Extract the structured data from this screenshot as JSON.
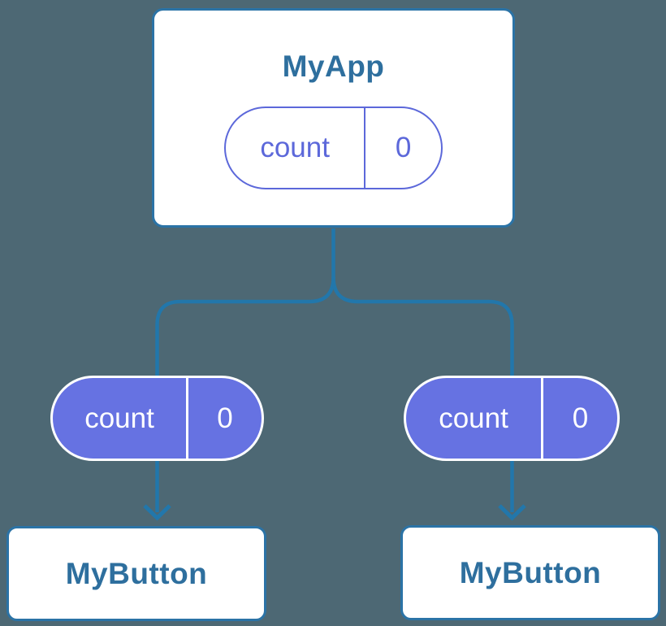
{
  "colors": {
    "background": "#4d6874",
    "connector": "#2277ab",
    "node-border": "#2b73a6",
    "node-bg": "#ffffff",
    "node-title": "#2e6f9e",
    "state-fill": "#6672e2",
    "state-outline": "#5c68da",
    "state-text-light": "#ffffff"
  },
  "parent": {
    "title": "MyApp",
    "state": {
      "name": "count",
      "value": "0"
    }
  },
  "children": [
    {
      "title": "MyButton",
      "prop": {
        "name": "count",
        "value": "0"
      }
    },
    {
      "title": "MyButton",
      "prop": {
        "name": "count",
        "value": "0"
      }
    }
  ]
}
